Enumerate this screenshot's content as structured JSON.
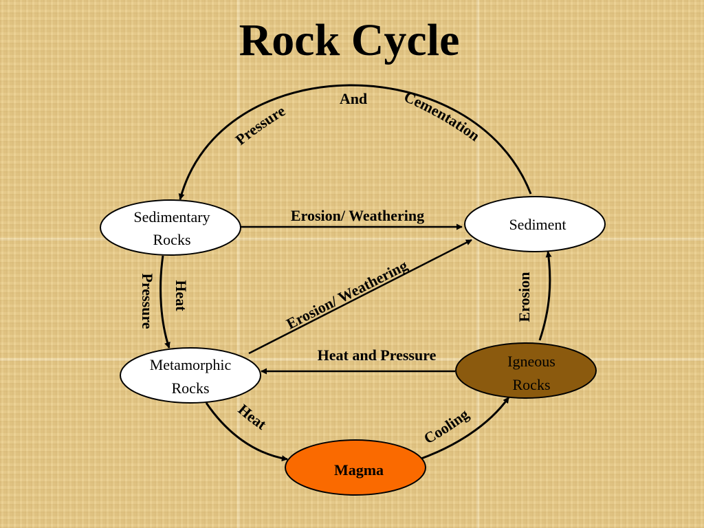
{
  "title": "Rock Cycle",
  "colors": {
    "node_fill": "#ffffff",
    "igneous_fill": "#8b5a0e",
    "magma_fill": "#fa6a00",
    "stroke": "#000000"
  },
  "nodes": {
    "sedimentary": {
      "line1": "Sedimentary",
      "line2": "Rocks"
    },
    "sediment": {
      "label": "Sediment"
    },
    "metamorphic": {
      "line1": "Metamorphic",
      "line2": "Rocks"
    },
    "igneous": {
      "line1": "Igneous",
      "line2": "Rocks"
    },
    "magma": {
      "label": "Magma"
    }
  },
  "edges": {
    "sediment_to_sedimentary": {
      "part1": "Pressure",
      "part2": "And",
      "part3": "Cementation"
    },
    "sedimentary_to_sediment": {
      "label": "Erosion/ Weathering"
    },
    "metamorphic_to_sediment": {
      "label": "Erosion/ Weathering"
    },
    "sedimentary_to_metamorphic": {
      "label_outer": "Pressure",
      "label_inner": "Heat"
    },
    "igneous_to_sediment": {
      "label": "Erosion"
    },
    "igneous_to_metamorphic": {
      "label": "Heat and Pressure"
    },
    "metamorphic_to_magma": {
      "label": "Heat"
    },
    "magma_to_igneous": {
      "label": "Cooling"
    }
  }
}
